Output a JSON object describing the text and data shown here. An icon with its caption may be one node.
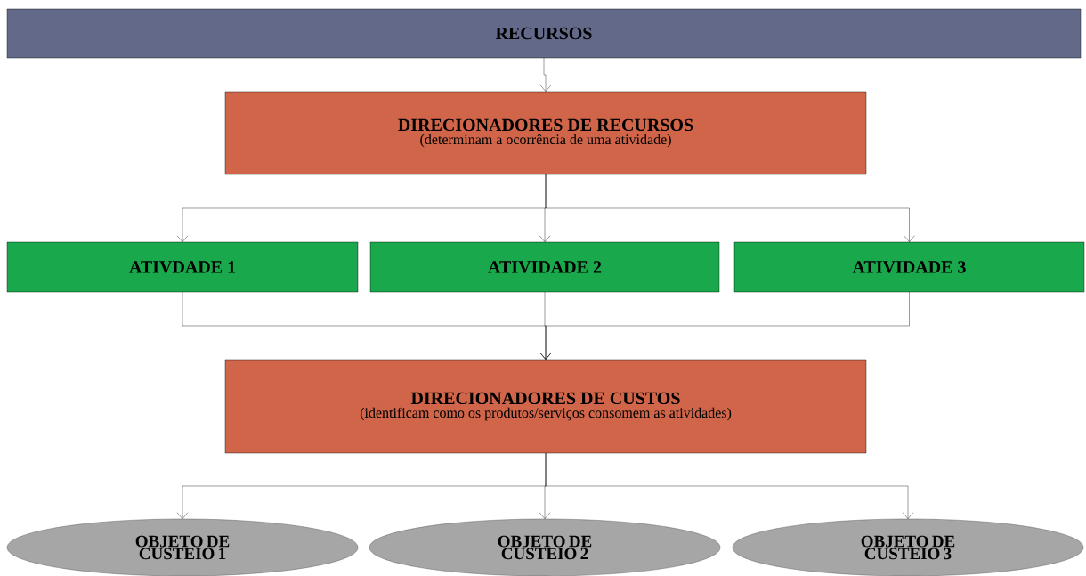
{
  "diagram": {
    "nodes": [
      {
        "text": [
          "RECURSOS"
        ]
      },
      {
        "text": [
          "DIRECIONADORES  DE RECURSOS",
          "(determinam a ocorrência de uma atividade)"
        ]
      },
      {
        "text": [
          "ATIVDADE 1"
        ]
      },
      {
        "text": [
          "ATIVIDADE 2"
        ]
      },
      {
        "text": [
          "ATIVIDADE 3"
        ]
      },
      {
        "text": [
          "DIRECIONADORES  DE CUSTOS",
          "(identificam como os produtos/serviços consomem as atividades)"
        ]
      },
      {
        "text": [
          "OBJETO DE CUSTEIO 1"
        ]
      },
      {
        "text": [
          "OBJETO DE CUSTEIO 2"
        ]
      },
      {
        "text": [
          "OBJETO DE CUSTEIO 3"
        ]
      }
    ],
    "edges": [
      {
        "from": 0,
        "to": 1,
        "arrow": "to"
      },
      {
        "from": 1,
        "to": 2,
        "arrow": "to"
      },
      {
        "from": 1,
        "to": 3,
        "arrow": "to"
      },
      {
        "from": 1,
        "to": 4,
        "arrow": "to"
      },
      {
        "from": 2,
        "to": 5,
        "arrow": "to"
      },
      {
        "from": 3,
        "to": 5,
        "arrow": "to"
      },
      {
        "from": 4,
        "to": 5,
        "arrow": "to"
      },
      {
        "from": 5,
        "to": 6,
        "arrow": "to"
      },
      {
        "from": 5,
        "to": 7,
        "arrow": "to"
      },
      {
        "from": 5,
        "to": 8,
        "arrow": "to"
      }
    ]
  }
}
